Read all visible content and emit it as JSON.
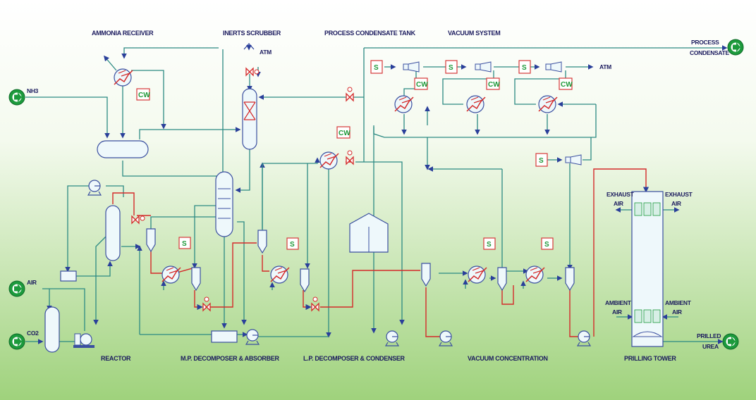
{
  "sections": {
    "ammonia_receiver": "AMMONIA RECEIVER",
    "inerts_scrubber": "INERTS SCRUBBER",
    "process_condensate_tank": "PROCESS CONDENSATE TANK",
    "vacuum_system": "VACUUM SYSTEM",
    "reactor": "REACTOR",
    "mp_decomposer": "M.P. DECOMPOSER & ABSORBER",
    "lp_decomposer": "L.P. DECOMPOSER & CONDENSER",
    "vacuum_concentration": "VACUUM CONCENTRATION",
    "prilling_tower": "PRILLING TOWER"
  },
  "streams": {
    "nh3": "NH3",
    "air": "AIR",
    "co2": "CO2",
    "atm": "ATM",
    "atm_vacuum": "ATM",
    "process_condensate_1": "PROCESS",
    "process_condensate_2": "CONDENSATE",
    "prilled_urea_1": "PRILLED",
    "prilled_urea_2": "UREA",
    "exhaust_air_1": "EXHAUST",
    "exhaust_air_2": "AIR",
    "ambient_air_1": "AMBIENT",
    "ambient_air_2": "AIR"
  },
  "tags": {
    "cw": "CW",
    "steam": "S"
  },
  "colors": {
    "background_top": "#ffffff",
    "background_bottom": "#9fd27c",
    "process_line": "#2c8a83",
    "hot_line": "#d42a2a",
    "equipment": "#3a4fa0",
    "inlet_outlet": "#1c9a3c",
    "tag_text": "#1f9a3a"
  }
}
